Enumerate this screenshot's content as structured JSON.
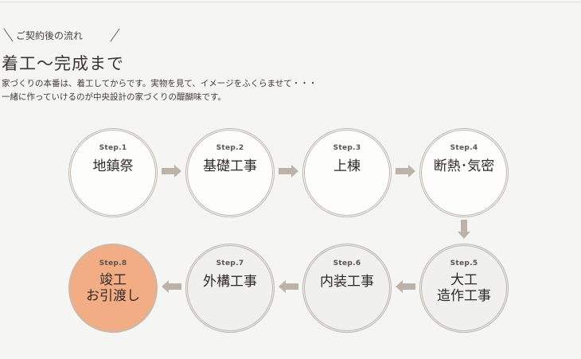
{
  "header": {
    "subheading": "ご契約後の流れ",
    "title": "着工〜完成まで",
    "description": [
      "家づくりの本番は、着工してからです。実物を見て、イメージをふくらませて・・・",
      "一緒に作っていけるのが中央設計の家づくりの醍醐味です。"
    ]
  },
  "steps": [
    {
      "number": "Step.1",
      "name": "地鎮祭"
    },
    {
      "number": "Step.2",
      "name": "基礎工事"
    },
    {
      "number": "Step.3",
      "name": "上棟"
    },
    {
      "number": "Step.4",
      "name": "断熱･気密"
    },
    {
      "number": "Step.5",
      "name_line1": "大工",
      "name_line2": "造作工事"
    },
    {
      "number": "Step.6",
      "name": "内装工事"
    },
    {
      "number": "Step.7",
      "name": "外構工事"
    },
    {
      "number": "Step.8",
      "name_line1": "竣工",
      "name_line2": "お引渡し"
    }
  ],
  "colors": {
    "accent_current_step": "#f3ad84",
    "arrow": "#bcb3a8",
    "circle_border": "#bdb6ae",
    "background": "#f5f5f4"
  }
}
